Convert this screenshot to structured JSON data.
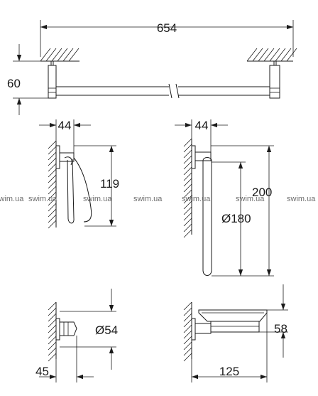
{
  "dimensions": {
    "towel_bar_length": "654",
    "towel_bar_projection": "60",
    "ring_holder_projection": "44",
    "ring_holder_height": "119",
    "towel_ring_projection": "44",
    "towel_ring_height": "200",
    "towel_ring_diameter": "Ø180",
    "robe_hook_diameter": "Ø54",
    "robe_hook_projection": "45",
    "soap_dish_width": "125",
    "soap_dish_height": "58"
  },
  "watermark": "swim.ua",
  "watermark_count": 7,
  "colors": {
    "line": "#1a1a1a",
    "watermark": "#6e6e6e",
    "background": "#ffffff"
  }
}
